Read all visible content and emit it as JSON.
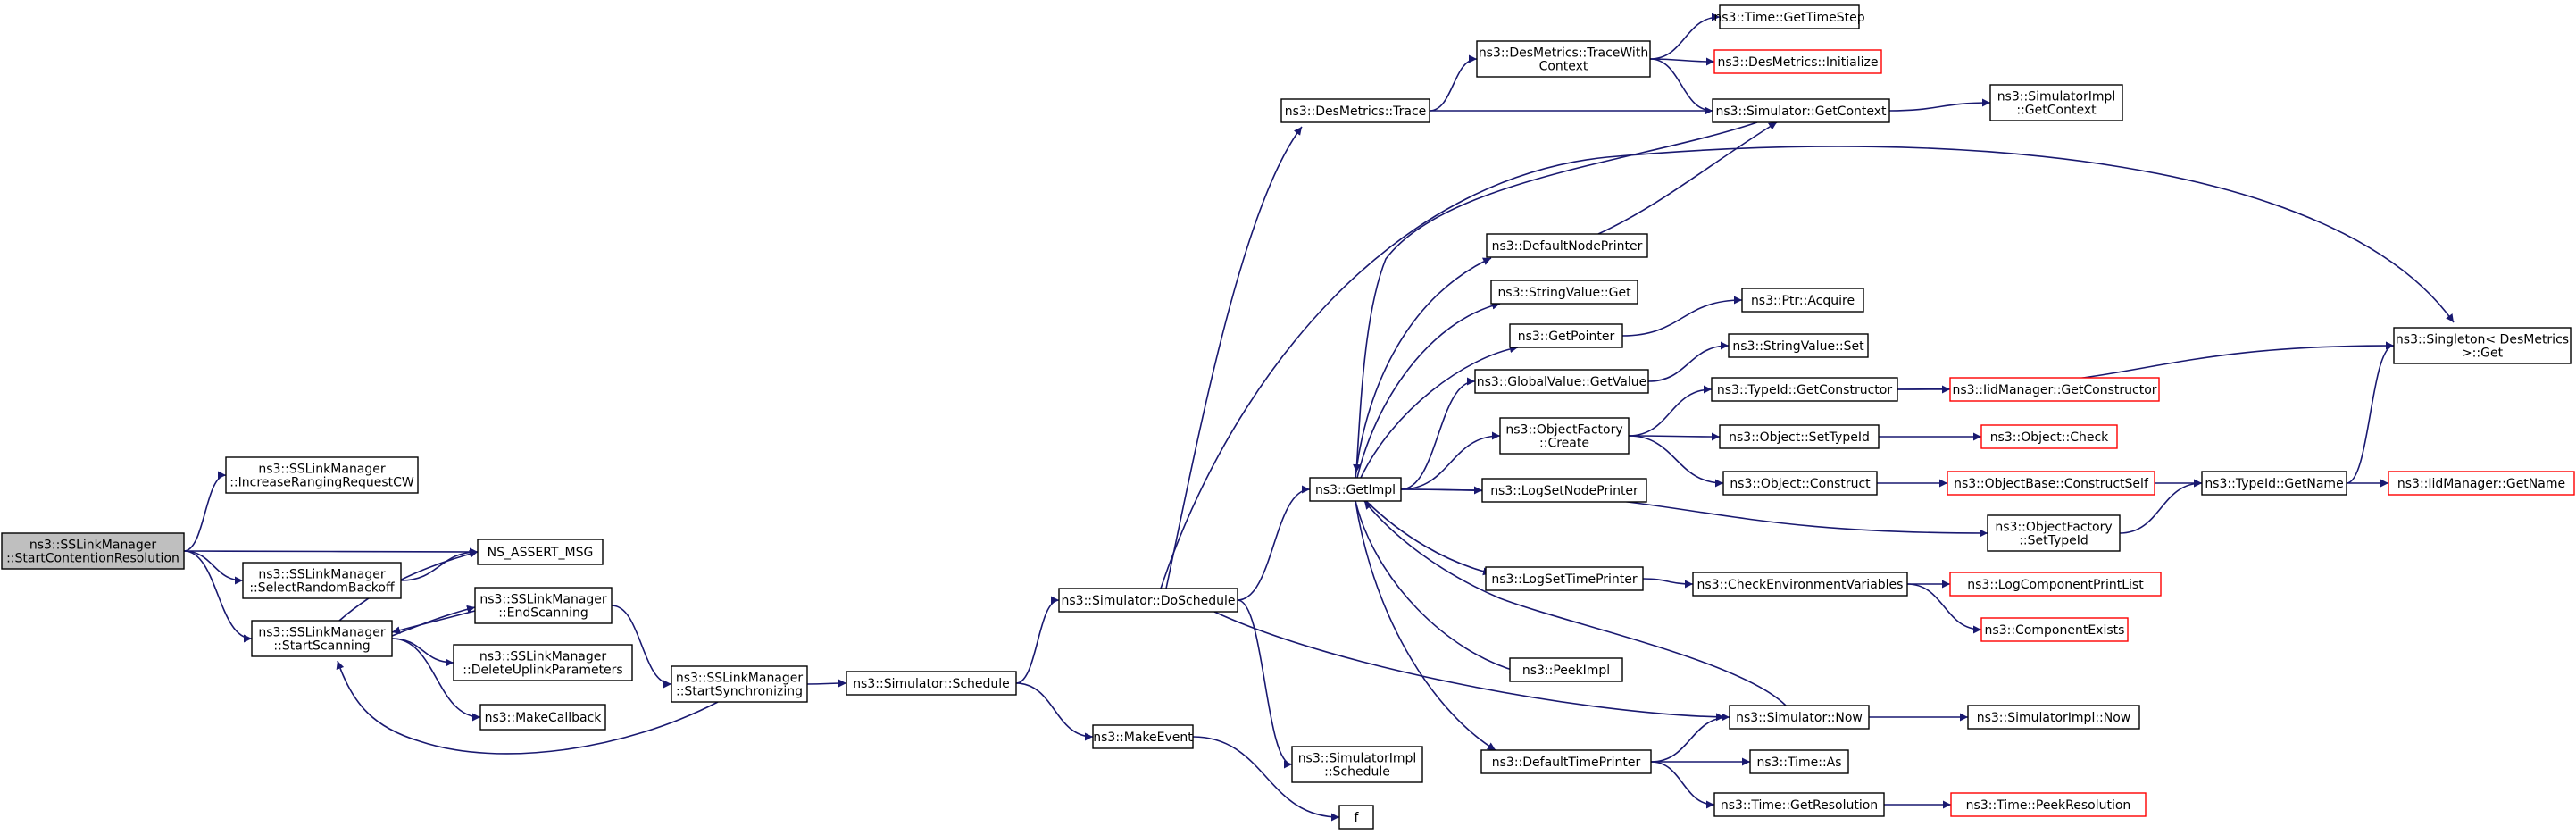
{
  "colors": {
    "edge": "#191970",
    "node_border": "#000000",
    "node_border_undocumented": "#ff0000",
    "node_fill": "#ffffff",
    "root_fill": "#bfbfbf",
    "text": "#000000"
  },
  "nodes": [
    {
      "id": "root",
      "lines": [
        "ns3::SSLinkManager",
        "::StartContentionResolution"
      ],
      "style": "root"
    },
    {
      "id": "incRanging",
      "lines": [
        "ns3::SSLinkManager",
        "::IncreaseRangingRequestCW"
      ],
      "style": "normal"
    },
    {
      "id": "assert",
      "lines": [
        "NS_ASSERT_MSG"
      ],
      "style": "normal"
    },
    {
      "id": "selectBackoff",
      "lines": [
        "ns3::SSLinkManager",
        "::SelectRandomBackoff"
      ],
      "style": "normal"
    },
    {
      "id": "startScanning",
      "lines": [
        "ns3::SSLinkManager",
        "::StartScanning"
      ],
      "style": "normal"
    },
    {
      "id": "endScanning",
      "lines": [
        "ns3::SSLinkManager",
        "::EndScanning"
      ],
      "style": "normal"
    },
    {
      "id": "deleteUplink",
      "lines": [
        "ns3::SSLinkManager",
        "::DeleteUplinkParameters"
      ],
      "style": "normal"
    },
    {
      "id": "makeCallback",
      "lines": [
        "ns3::MakeCallback"
      ],
      "style": "normal"
    },
    {
      "id": "startSync",
      "lines": [
        "ns3::SSLinkManager",
        "::StartSynchronizing"
      ],
      "style": "normal"
    },
    {
      "id": "schedule",
      "lines": [
        "ns3::Simulator::Schedule"
      ],
      "style": "normal"
    },
    {
      "id": "doSchedule",
      "lines": [
        "ns3::Simulator::DoSchedule"
      ],
      "style": "normal"
    },
    {
      "id": "makeEvent",
      "lines": [
        "ns3::MakeEvent"
      ],
      "style": "normal"
    },
    {
      "id": "f",
      "lines": [
        "f"
      ],
      "style": "normal"
    },
    {
      "id": "implSchedule",
      "lines": [
        "ns3::SimulatorImpl",
        "::Schedule"
      ],
      "style": "normal"
    },
    {
      "id": "desTrace",
      "lines": [
        "ns3::DesMetrics::Trace"
      ],
      "style": "normal"
    },
    {
      "id": "getImpl",
      "lines": [
        "ns3::GetImpl"
      ],
      "style": "normal"
    },
    {
      "id": "traceWithCtx",
      "lines": [
        "ns3::DesMetrics::TraceWith",
        "Context"
      ],
      "style": "normal"
    },
    {
      "id": "getTimeStep",
      "lines": [
        "ns3::Time::GetTimeStep"
      ],
      "style": "normal"
    },
    {
      "id": "desInit",
      "lines": [
        "ns3::DesMetrics::Initialize"
      ],
      "style": "undocumented"
    },
    {
      "id": "getContext",
      "lines": [
        "ns3::Simulator::GetContext"
      ],
      "style": "normal"
    },
    {
      "id": "implGetContext",
      "lines": [
        "ns3::SimulatorImpl",
        "::GetContext"
      ],
      "style": "normal"
    },
    {
      "id": "singletonGet",
      "lines": [
        "ns3::Singleton< DesMetrics",
        " >::Get"
      ],
      "style": "normal"
    },
    {
      "id": "defaultNodePrinter",
      "lines": [
        "ns3::DefaultNodePrinter"
      ],
      "style": "normal"
    },
    {
      "id": "stringValueGet",
      "lines": [
        "ns3::StringValue::Get"
      ],
      "style": "normal"
    },
    {
      "id": "getPointer",
      "lines": [
        "ns3::GetPointer"
      ],
      "style": "normal"
    },
    {
      "id": "ptrAcquire",
      "lines": [
        "ns3::Ptr::Acquire"
      ],
      "style": "normal"
    },
    {
      "id": "globalGetValue",
      "lines": [
        "ns3::GlobalValue::GetValue"
      ],
      "style": "normal"
    },
    {
      "id": "stringValueSet",
      "lines": [
        "ns3::StringValue::Set"
      ],
      "style": "normal"
    },
    {
      "id": "objFactoryCreate",
      "lines": [
        "ns3::ObjectFactory",
        "::Create"
      ],
      "style": "normal"
    },
    {
      "id": "typeGetConstructor",
      "lines": [
        "ns3::TypeId::GetConstructor"
      ],
      "style": "normal"
    },
    {
      "id": "iidGetConstructor",
      "lines": [
        "ns3::IidManager::GetConstructor"
      ],
      "style": "undocumented"
    },
    {
      "id": "objSetTypeId",
      "lines": [
        "ns3::Object::SetTypeId"
      ],
      "style": "normal"
    },
    {
      "id": "objCheck",
      "lines": [
        "ns3::Object::Check"
      ],
      "style": "undocumented"
    },
    {
      "id": "objConstruct",
      "lines": [
        "ns3::Object::Construct"
      ],
      "style": "normal"
    },
    {
      "id": "constructSelf",
      "lines": [
        "ns3::ObjectBase::ConstructSelf"
      ],
      "style": "undocumented"
    },
    {
      "id": "typeGetName",
      "lines": [
        "ns3::TypeId::GetName"
      ],
      "style": "normal"
    },
    {
      "id": "iidGetName",
      "lines": [
        "ns3::IidManager::GetName"
      ],
      "style": "undocumented"
    },
    {
      "id": "logSetNodePrinter",
      "lines": [
        "ns3::LogSetNodePrinter"
      ],
      "style": "normal"
    },
    {
      "id": "objFactorySetTypeId",
      "lines": [
        "ns3::ObjectFactory",
        "::SetTypeId"
      ],
      "style": "normal"
    },
    {
      "id": "logSetTimePrinter",
      "lines": [
        "ns3::LogSetTimePrinter"
      ],
      "style": "normal"
    },
    {
      "id": "checkEnv",
      "lines": [
        "ns3::CheckEnvironmentVariables"
      ],
      "style": "normal"
    },
    {
      "id": "logCompPrintList",
      "lines": [
        "ns3::LogComponentPrintList"
      ],
      "style": "undocumented"
    },
    {
      "id": "compExists",
      "lines": [
        "ns3::ComponentExists"
      ],
      "style": "undocumented"
    },
    {
      "id": "peekImpl",
      "lines": [
        "ns3::PeekImpl"
      ],
      "style": "normal"
    },
    {
      "id": "simNow",
      "lines": [
        "ns3::Simulator::Now"
      ],
      "style": "normal"
    },
    {
      "id": "implNow",
      "lines": [
        "ns3::SimulatorImpl::Now"
      ],
      "style": "normal"
    },
    {
      "id": "defaultTimePrinter",
      "lines": [
        "ns3::DefaultTimePrinter"
      ],
      "style": "normal"
    },
    {
      "id": "timeAs",
      "lines": [
        "ns3::Time::As"
      ],
      "style": "normal"
    },
    {
      "id": "timeGetRes",
      "lines": [
        "ns3::Time::GetResolution"
      ],
      "style": "normal"
    },
    {
      "id": "timePeekRes",
      "lines": [
        "ns3::Time::PeekResolution"
      ],
      "style": "undocumented"
    }
  ],
  "edges": [
    [
      "root",
      "incRanging"
    ],
    [
      "root",
      "assert"
    ],
    [
      "root",
      "selectBackoff"
    ],
    [
      "root",
      "startScanning"
    ],
    [
      "selectBackoff",
      "assert"
    ],
    [
      "startScanning",
      "assert"
    ],
    [
      "startScanning",
      "endScanning"
    ],
    [
      "startScanning",
      "deleteUplink"
    ],
    [
      "startScanning",
      "makeCallback"
    ],
    [
      "endScanning",
      "startScanning"
    ],
    [
      "endScanning",
      "startSync"
    ],
    [
      "startSync",
      "startScanning"
    ],
    [
      "startSync",
      "schedule"
    ],
    [
      "schedule",
      "doSchedule"
    ],
    [
      "schedule",
      "makeEvent"
    ],
    [
      "makeEvent",
      "f"
    ],
    [
      "doSchedule",
      "desTrace"
    ],
    [
      "doSchedule",
      "getImpl"
    ],
    [
      "doSchedule",
      "implSchedule"
    ],
    [
      "doSchedule",
      "singletonGet"
    ],
    [
      "doSchedule",
      "simNow"
    ],
    [
      "desTrace",
      "traceWithCtx"
    ],
    [
      "desTrace",
      "getContext"
    ],
    [
      "traceWithCtx",
      "getTimeStep"
    ],
    [
      "traceWithCtx",
      "desInit"
    ],
    [
      "traceWithCtx",
      "getContext"
    ],
    [
      "getContext",
      "implGetContext"
    ],
    [
      "getContext",
      "getImpl"
    ],
    [
      "getImpl",
      "defaultNodePrinter"
    ],
    [
      "getImpl",
      "stringValueGet"
    ],
    [
      "getImpl",
      "getPointer"
    ],
    [
      "getImpl",
      "globalGetValue"
    ],
    [
      "getImpl",
      "objFactoryCreate"
    ],
    [
      "getImpl",
      "logSetNodePrinter"
    ],
    [
      "getImpl",
      "objFactorySetTypeId"
    ],
    [
      "getImpl",
      "logSetTimePrinter"
    ],
    [
      "getImpl",
      "peekImpl"
    ],
    [
      "getImpl",
      "defaultTimePrinter"
    ],
    [
      "defaultNodePrinter",
      "getContext"
    ],
    [
      "getPointer",
      "ptrAcquire"
    ],
    [
      "globalGetValue",
      "stringValueSet"
    ],
    [
      "objFactoryCreate",
      "typeGetConstructor"
    ],
    [
      "objFactoryCreate",
      "objSetTypeId"
    ],
    [
      "objFactoryCreate",
      "objConstruct"
    ],
    [
      "typeGetConstructor",
      "iidGetConstructor"
    ],
    [
      "typeGetConstructor",
      "singletonGet"
    ],
    [
      "objSetTypeId",
      "objCheck"
    ],
    [
      "objConstruct",
      "constructSelf"
    ],
    [
      "constructSelf",
      "typeGetName"
    ],
    [
      "objFactorySetTypeId",
      "typeGetName"
    ],
    [
      "typeGetName",
      "iidGetName"
    ],
    [
      "typeGetName",
      "singletonGet"
    ],
    [
      "logSetTimePrinter",
      "checkEnv"
    ],
    [
      "checkEnv",
      "logCompPrintList"
    ],
    [
      "checkEnv",
      "compExists"
    ],
    [
      "simNow",
      "implNow"
    ],
    [
      "simNow",
      "getImpl"
    ],
    [
      "defaultTimePrinter",
      "simNow"
    ],
    [
      "defaultTimePrinter",
      "timeAs"
    ],
    [
      "defaultTimePrinter",
      "timeGetRes"
    ],
    [
      "timeGetRes",
      "timePeekRes"
    ]
  ]
}
